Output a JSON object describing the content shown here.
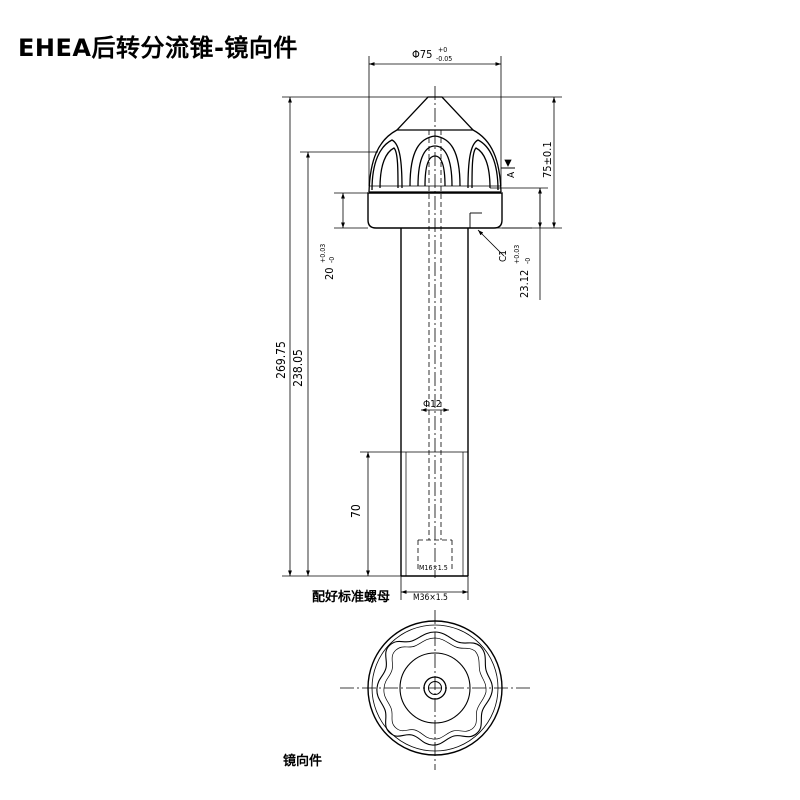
{
  "title": "EHEA后转分流锥-镜向件",
  "notes": {
    "nut": "配好标准螺母",
    "view": "镜向件"
  },
  "dimensions": {
    "head_diameter": "Φ75",
    "head_diameter_tol_upper": "+0",
    "head_diameter_tol_lower": "-0.05",
    "head_height": "75±0.1",
    "total_length": "269.75",
    "length_to_flange": "238.05",
    "flange_height": "20",
    "flange_height_tol_upper": "+0.03",
    "flange_height_tol_lower": "-0",
    "step_height": "23.12",
    "step_height_tol_upper": "+0.03",
    "step_height_tol_lower": "-0",
    "bore_diameter": "Φ12",
    "thread_length": "70",
    "thread_spec": "M36×1.5",
    "inner_thread": "M16×1.5",
    "chamfer": "C1",
    "datum": "A"
  }
}
